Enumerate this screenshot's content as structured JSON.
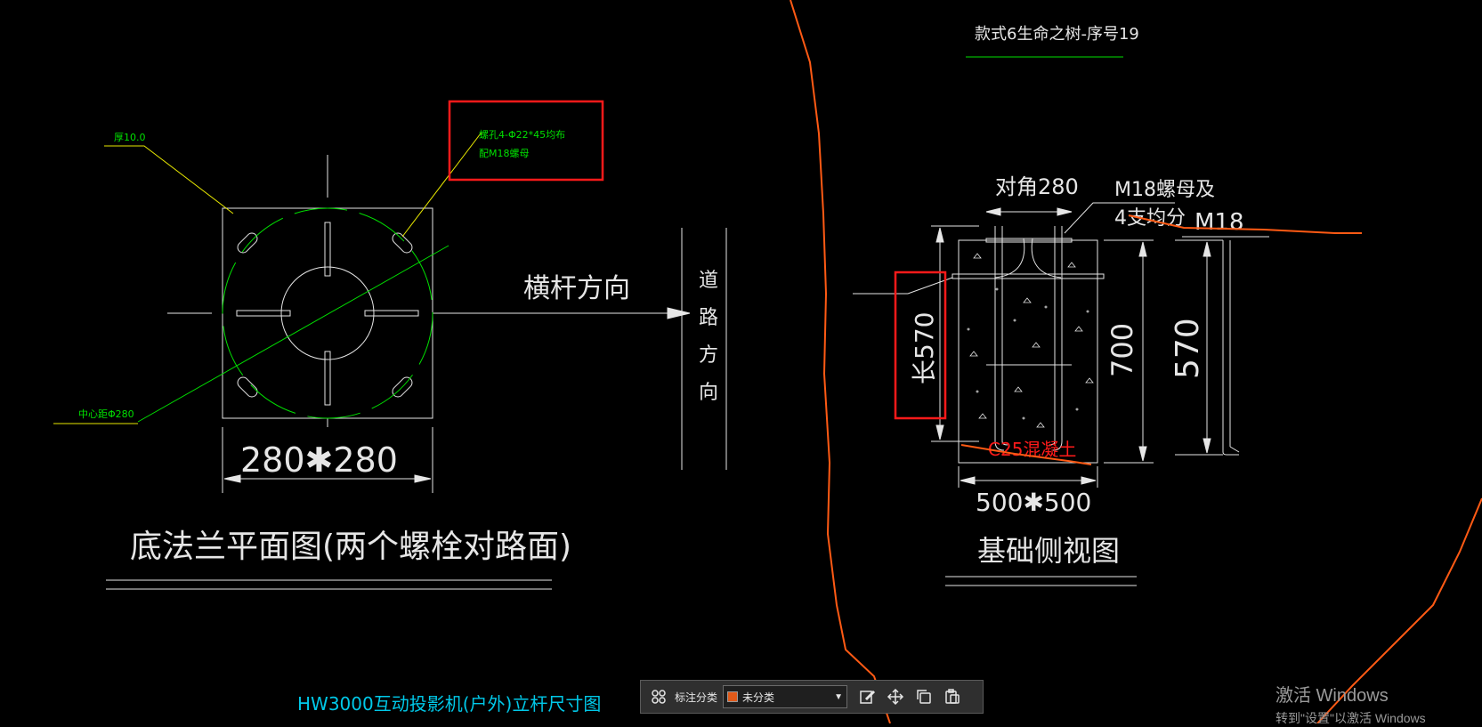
{
  "drawing": {
    "title_top": "款式6生命之树-序号19",
    "left_view": {
      "thickness_label": "厚10.0",
      "hole_label_line1": "螺孔4-Φ22*45均布",
      "hole_label_line2": "配M18螺母",
      "center_distance_label": "中心距Φ280",
      "direction_label": "横杆方向",
      "road_direction_label": [
        "道",
        "路",
        "方",
        "向"
      ],
      "dimension": "280✱280",
      "caption": "底法兰平面图(两个螺栓对路面)"
    },
    "right_view": {
      "diagonal_label": "对角280",
      "bolt_label_line1": "M18螺母及",
      "bolt_label_line2": "4支均分",
      "bolt_size": "M18",
      "length_label": "长570",
      "height_700": "700",
      "height_570": "570",
      "concrete_label": "C25混凝土",
      "width_dim": "500✱500",
      "caption": "基础侧视图"
    },
    "bottom_title": "HW3000互动投影机(户外)立杆尺寸图"
  },
  "toolbar": {
    "grid_icon": "grid-icon",
    "category_label": "标注分类",
    "category_value": "未分类",
    "category_color": "#e05a1a",
    "edit_icon": "edit-icon",
    "move_icon": "move-icon",
    "copy_icon": "copy-icon",
    "paste_icon": "paste-icon"
  },
  "watermark": {
    "title": "激活 Windows",
    "subtitle": "转到\"设置\"以激活 Windows"
  },
  "colors": {
    "cad_white": "#e6e6e6",
    "cad_yellow": "#e8e800",
    "cad_green": "#00e000",
    "cad_cyan": "#00c8e8",
    "markup_red": "#ff1a1a",
    "markup_orange": "#ff5a14"
  }
}
